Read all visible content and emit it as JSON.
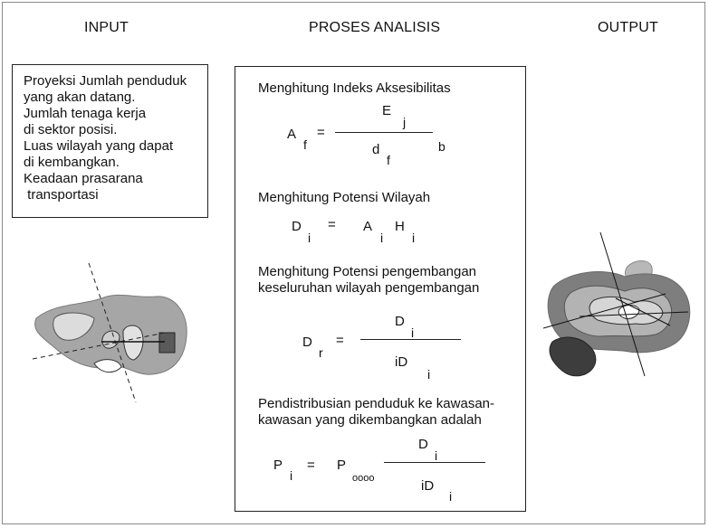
{
  "headers": {
    "input": "INPUT",
    "process": "PROSES ANALISIS",
    "output": "OUTPUT"
  },
  "input_box": {
    "lines": [
      "Proyeksi Jumlah penduduk",
      "yang akan datang.",
      "Jumlah tenaga kerja",
      "di sektor posisi.",
      "Luas wilayah yang dapat",
      "di kembangkan.",
      "Keadaan prasarana",
      " transportasi"
    ]
  },
  "process": {
    "step1": {
      "title": "Menghitung Indeks Aksesibilitas",
      "lhs": "A",
      "lhs_sub": "f",
      "eq": "=",
      "num": "E",
      "num_sub": "j",
      "den": "d",
      "den_sub": "f",
      "den_sup": "b"
    },
    "step2": {
      "title": "Menghitung Potensi Wilayah",
      "lhs": "D",
      "lhs_sub": "i",
      "eq": "=",
      "a": "A",
      "a_sub": "i",
      "h": "H",
      "h_sub": "i"
    },
    "step3": {
      "title_line1": "Menghitung Potensi pengembangan",
      "title_line2": "keseluruhan wilayah pengembangan",
      "lhs": "D",
      "lhs_sub": "r",
      "eq": "=",
      "num": "D",
      "num_sub": "i",
      "den": "iD",
      "den_sub": "i"
    },
    "step4": {
      "title_line1": "Pendistribusian penduduk ke kawasan-",
      "title_line2": "kawasan yang dikembangkan adalah",
      "lhs": "P",
      "lhs_sub": "i",
      "eq": "=",
      "p": "P",
      "p_sub": "oooo",
      "num": "D",
      "num_sub": "i",
      "den": "iD",
      "den_sub": "i"
    }
  },
  "colors": {
    "region_dark": "#8f8f8f",
    "region_mid": "#b5b5b5",
    "region_light": "#d9d9d9",
    "region_black": "#3a3a3a",
    "border": "#222222"
  },
  "icons": {
    "input_map": "input-region-map-illustration",
    "output_map": "output-region-map-illustration"
  }
}
